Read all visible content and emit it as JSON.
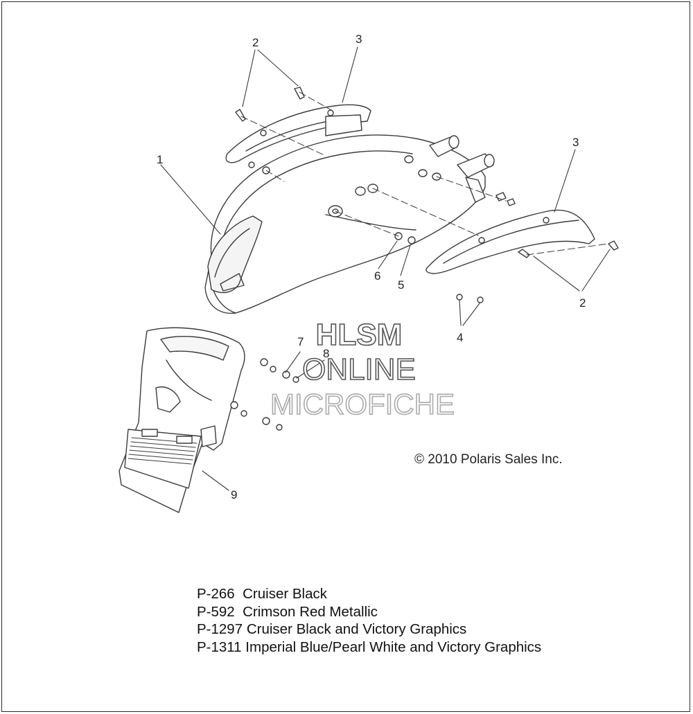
{
  "callouts": {
    "c1": "1",
    "c2a": "2",
    "c2b": "2",
    "c3a": "3",
    "c3b": "3",
    "c4": "4",
    "c5": "5",
    "c6": "6",
    "c7": "7",
    "c8": "8",
    "c9": "9"
  },
  "watermark": {
    "line1": "HLSM",
    "line2": "ONLINE",
    "line3": "MICROFICHE"
  },
  "copyright": "© 2010 Polaris Sales Inc.",
  "color_options": [
    {
      "code": "P-266",
      "name": "Cruiser Black"
    },
    {
      "code": "P-592",
      "name": "Crimson Red Metallic"
    },
    {
      "code": "P-1297",
      "name": "Cruiser Black and Victory Graphics"
    },
    {
      "code": "P-1311",
      "name": "Imperial Blue/Pearl White and Victory Graphics"
    }
  ]
}
